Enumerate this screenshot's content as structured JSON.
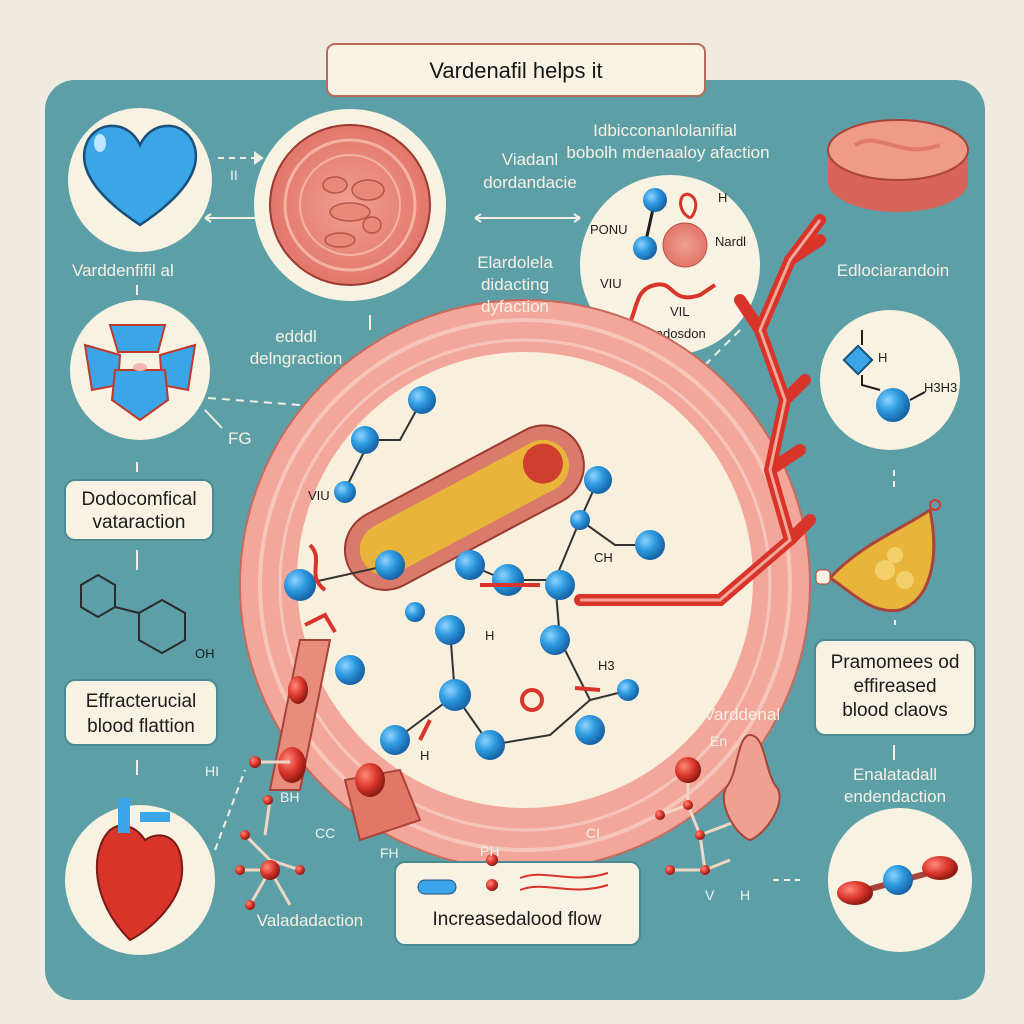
{
  "title": "Vardenafil helps it",
  "labels": {
    "left_top": "Varddenfifil al",
    "center_left_l1": "edddl",
    "center_left_l2": "delngraction",
    "fg": "FG",
    "top_mid_l1": "Viadanl",
    "top_mid_l2": "dordandacie",
    "top_right_l1": "Idbicconanlolanifial",
    "top_right_l2": "bobolh mdenaaloy afaction",
    "mid_l1": "Elardolela",
    "mid_l2": "didacting",
    "mid_l3": "dyfaction",
    "right_top": "Edlociarandoin",
    "right_mid": "Varddenal",
    "right_bottom_l1": "Enalatadall",
    "right_bottom_l2": "endendaction",
    "bottom_left": "Valadadaction",
    "heart_small": "II"
  },
  "boxes": {
    "left_1": [
      "Dodocomfical",
      "vataraction"
    ],
    "left_2": [
      "Effracterucial",
      "blood flattion"
    ],
    "right": [
      "Pramomees od",
      "effireased",
      "blood claovs"
    ],
    "bottom": "Increasedalood flow"
  },
  "chem": {
    "ponu": "PONU",
    "h1": "H",
    "nardl": "Nardl",
    "viu": "VIU",
    "vil": "VIL",
    "vradosdon": "vradosdon",
    "h_right": "H",
    "h3h": "H3H3",
    "oh": "OH",
    "ch": "CH",
    "h_mid": "H",
    "h3": "H3",
    "hi": "HI",
    "bh": "BH",
    "cc": "CC",
    "fh": "FH",
    "ph": "PH",
    "ci": "CI",
    "v": "V",
    "h_br": "H",
    "en": "En"
  },
  "colors": {
    "panel": "#5d9fa6",
    "cream": "#f8f2e2",
    "blue": "#2f9be0",
    "red": "#d9342a",
    "pink": "#f1a497"
  }
}
